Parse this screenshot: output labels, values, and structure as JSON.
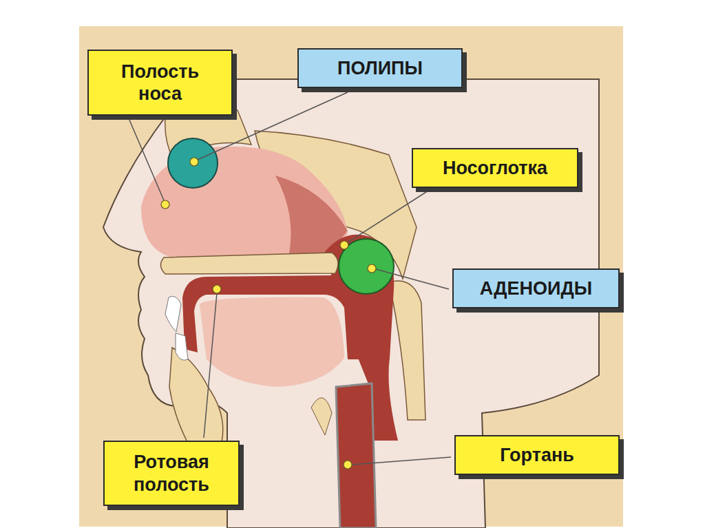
{
  "diagram": {
    "nodes": [
      {
        "text": [
          "Полость носа"
        ]
      },
      {
        "text": [
          "ПОЛИПЫ"
        ]
      },
      {
        "text": [
          "Носоглотка"
        ]
      },
      {
        "text": [
          "АДЕНОИДЫ"
        ]
      },
      {
        "text": [
          "Ротовая полость"
        ]
      },
      {
        "text": [
          "Гортань"
        ]
      }
    ]
  }
}
